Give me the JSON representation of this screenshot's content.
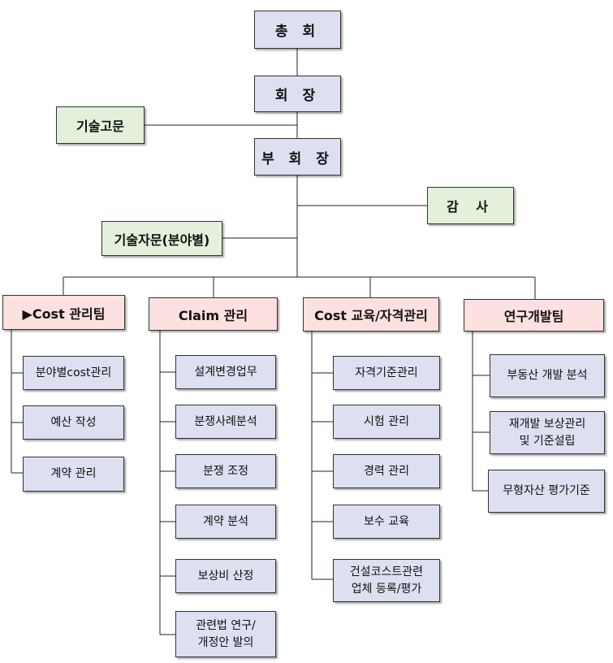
{
  "top": {
    "general_meeting": "총 회",
    "chairman": "회 장",
    "vice_chairman": "부 회 장"
  },
  "side": {
    "technical_advisor": "기술고문",
    "auditor": "감 사",
    "field_advisor": "기술자문(분야별)"
  },
  "teams": [
    {
      "title": "▶Cost 관리팀",
      "items": [
        "분야별cost관리",
        "예산 작성",
        "계약 관리"
      ]
    },
    {
      "title": "Claim 관리",
      "items": [
        "설계변경업무",
        "분쟁사례분석",
        "분쟁 조정",
        "계약 분석",
        "보상비 산정",
        "관련법 연구/\n개정안 발의"
      ]
    },
    {
      "title": "Cost 교육/자격관리",
      "items": [
        "자격기준관리",
        "시험 관리",
        "경력 관리",
        "보수 교육",
        "건설코스트관련\n업체 등록/평가"
      ]
    },
    {
      "title": "연구개발팀",
      "items": [
        "부동산 개발 분석",
        "재개발 보상관리\n및 기준설립",
        "무형자산 평가기준"
      ]
    }
  ]
}
